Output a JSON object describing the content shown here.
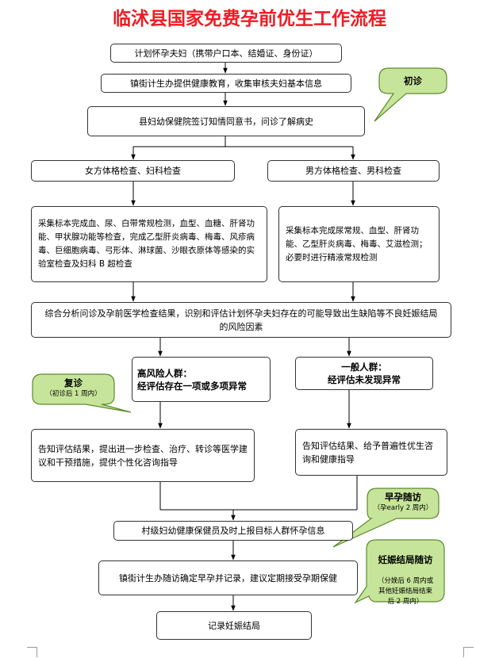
{
  "title": "临沭县国家免费孕前优生工作流程",
  "steps": {
    "plan_couple": "计划怀孕夫妇（携带户口本、结婚证、身份证）",
    "town_education": "镇街计生办提供健康教育，收集审核夫妇基本信息",
    "county_consent": "县妇幼保健院签订知情同意书，问诊了解病史",
    "female_exam": "女方体格检查、妇科检查",
    "male_exam": "男方体格检查、男科检查",
    "female_sampling": "采集标本完成血、尿、白带常规检测，血型、血糖、肝肾功能、甲状腺功能等检查，完成乙型肝炎病毒、梅毒、风疹病毒、巨细胞病毒、弓形体、淋球菌、沙眼衣原体等感染的实验室检查及妇科 B 超检查",
    "male_sampling": "采集标本完成尿常规、血型、肝肾功能、乙型肝炎病毒、梅毒、艾滋检测；必要时进行精液常规检测",
    "risk_assessment": "综合分析问诊及孕前医学检查结果，识别和评估计划怀孕夫妇存在的可能导致出生缺陷等不良妊娠结局的风险因素",
    "high_risk": "高风险人群：\n经评估存在一项或多项异常",
    "general": "一般人群：\n经评估未发现异常",
    "high_inform": "告知评估结果，提出进一步检查、治疗、转诊等医学建议和干预措施，提供个性化咨询指导",
    "general_inform": "告知评估结果、给予普遍性优生咨询和健康指导",
    "village_report": "村级妇幼健康保健员及时上报目标人群怀孕信息",
    "town_followup": "镇街计生办随访确定早孕并记录，建议定期接受孕期保健",
    "record_outcome": "记录妊娠结局"
  },
  "notes": {
    "first_visit": {
      "title": "初诊"
    },
    "revisit": {
      "title": "复诊",
      "sub": "（初诊后 1 周内）"
    },
    "early_pregnancy": {
      "title": "早孕随访",
      "sub": "（孕early 2 周内）"
    },
    "outcome_followup": {
      "title": "妊娠结局随访",
      "sub": "（分娩后 6 周内或\n其他妊娠结局结束\n后 2 周内）"
    }
  },
  "colors": {
    "title": "#ee1c24",
    "note_fill": "#c7e59a",
    "note_stroke": "#5a8a2a",
    "box_stroke": "#333333",
    "arrow": "#000000"
  }
}
